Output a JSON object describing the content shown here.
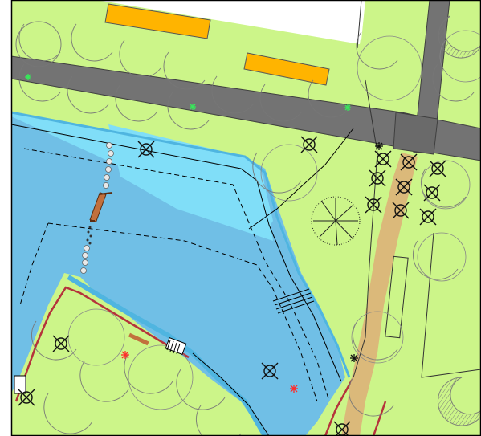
{
  "map": {
    "colors": {
      "grass": "#ccf589",
      "grass_dark_stroke": "#6b6b6b",
      "road": "#737373",
      "road_edge": "#3f3f3f",
      "water_light": "#80def8",
      "water_deep": "#70bfe6",
      "water_bank": "#4fb5e0",
      "path_sand": "#dbb97a",
      "building_orange": "#ffb400",
      "bridge_brown": "#c2703d",
      "frame": "#000000",
      "red_marker": "#ff2a2a",
      "green_marker": "#38e85a",
      "wall_red": "#b5333b"
    },
    "features": [
      "park-lawn",
      "main-road",
      "side-road",
      "canal",
      "footpath",
      "buildings",
      "trees",
      "removed-tree-markers",
      "bridge"
    ]
  }
}
